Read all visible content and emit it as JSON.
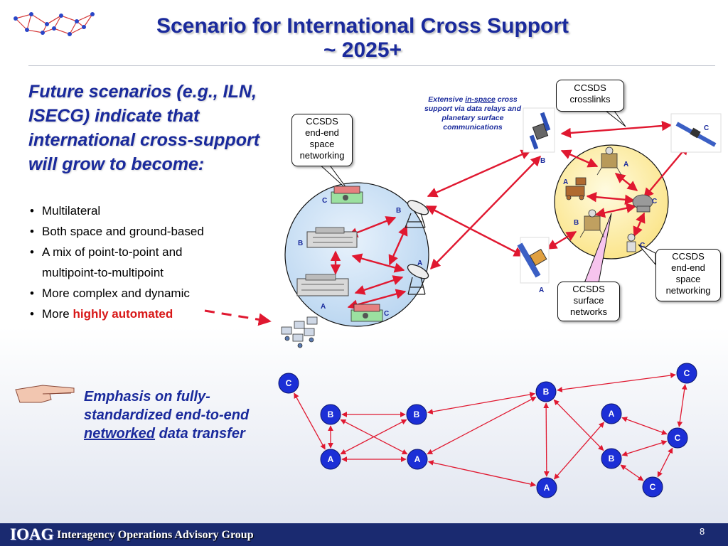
{
  "title": {
    "line1": "Scenario for International Cross Support",
    "line2": "~ 2025+"
  },
  "lead": "Future scenarios (e.g., ILN, ISECG) indicate that international cross-support will grow to become:",
  "bullets": {
    "b1": "Multilateral",
    "b2": "Both space and ground-based",
    "b3": "A mix of point-to-point and",
    "b3cont": "multipoint-to-multipoint",
    "b4": "More complex and dynamic",
    "b5_prefix": "More ",
    "b5_highlight": "highly automated"
  },
  "emphasis": {
    "line1": "Emphasis on fully-",
    "line2": "standardized end-to-end",
    "underlined": "networked",
    "rest": " data transfer"
  },
  "callouts": {
    "left_net": [
      "CCSDS",
      "end-end",
      "space",
      "networking"
    ],
    "crosslinks": [
      "CCSDS",
      "crosslinks"
    ],
    "right_net": [
      "CCSDS",
      "end-end",
      "space",
      "networking"
    ],
    "surface": [
      "CCSDS",
      "surface",
      "networks"
    ]
  },
  "extensive": {
    "prefix": "Extensive ",
    "underlined": "in-space",
    "rest": " cross support via data relays and planetary surface communications"
  },
  "diagram_labels": {
    "lc_c_top": "C",
    "lc_b_dish": "B",
    "lc_b_bldg": "B",
    "lc_a_dish": "A",
    "lc_a_bot": "A",
    "lc_c_bot": "C",
    "sat_b": "B",
    "sat_a": "A",
    "sat_c": "C",
    "rc_a_top": "A",
    "rc_a_left": "A",
    "rc_c_mid": "C",
    "rc_b": "B",
    "rc_c_bot": "C"
  },
  "network_nodes": [
    {
      "id": "n1",
      "label": "C",
      "color": "#1c2fd6"
    },
    {
      "id": "n2",
      "label": "B",
      "color": "#1c2fd6"
    },
    {
      "id": "n3",
      "label": "B",
      "color": "#1c2fd6"
    },
    {
      "id": "n4",
      "label": "A",
      "color": "#1c2fd6"
    },
    {
      "id": "n5",
      "label": "A",
      "color": "#1c2fd6"
    },
    {
      "id": "n6",
      "label": "B",
      "color": "#1c2fd6"
    },
    {
      "id": "n7",
      "label": "A",
      "color": "#1c2fd6"
    },
    {
      "id": "n8",
      "label": "C",
      "color": "#1c2fd6"
    },
    {
      "id": "n9",
      "label": "A",
      "color": "#1c2fd6"
    },
    {
      "id": "n10",
      "label": "C",
      "color": "#1c2fd6"
    },
    {
      "id": "n11",
      "label": "B",
      "color": "#1c2fd6"
    },
    {
      "id": "n12",
      "label": "C",
      "color": "#1c2fd6"
    }
  ],
  "network_edges": [
    [
      "n1",
      "n4"
    ],
    [
      "n2",
      "n4"
    ],
    [
      "n2",
      "n3"
    ],
    [
      "n2",
      "n5"
    ],
    [
      "n4",
      "n3"
    ],
    [
      "n4",
      "n5"
    ],
    [
      "n3",
      "n6"
    ],
    [
      "n5",
      "n6"
    ],
    [
      "n5",
      "n9"
    ],
    [
      "n6",
      "n9"
    ],
    [
      "n6",
      "n11"
    ],
    [
      "n6",
      "n8"
    ],
    [
      "n7",
      "n10"
    ],
    [
      "n11",
      "n10"
    ],
    [
      "n11",
      "n12"
    ],
    [
      "n10",
      "n12"
    ],
    [
      "n8",
      "n10"
    ],
    [
      "n9",
      "n7"
    ]
  ],
  "footer": {
    "logo": "IOAG",
    "org": "Interagency Operations Advisory Group",
    "page": "8"
  },
  "colors": {
    "title_blue": "#1a2a9c",
    "link_red": "#e01830",
    "node_blue": "#1c2fd6",
    "left_circle": "#cfe3f7",
    "right_circle": "#fdf1b0",
    "footer": "#1a2a70"
  }
}
